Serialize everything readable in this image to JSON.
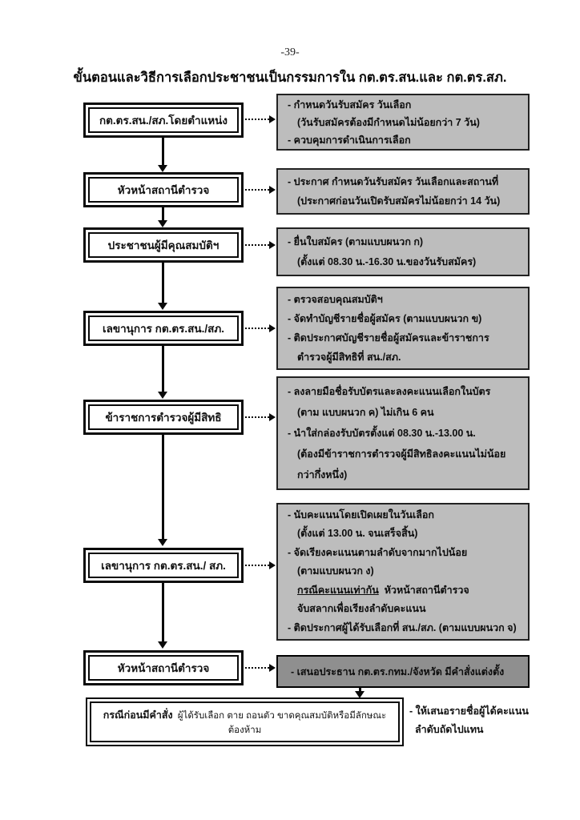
{
  "page": {
    "number": "-39-",
    "title": "ขั้นตอนและวิธีการเลือกประชาชนเป็นกรรมการใน กต.ตร.สน.และ กต.ตร.สภ."
  },
  "colors": {
    "detail_box_bg": "#bdbdbd",
    "appoint_box_bg": "#8f8f8f",
    "frame": "#0a0a0a",
    "paper": "#ffffff"
  },
  "flow": {
    "rows": [
      {
        "actor": "กต.ตร.สน./สภ.โดยตำแหน่ง",
        "lines": [
          {
            "text": "- กำหนดวันรับสมัคร วันเลือก"
          },
          {
            "text": "(วันรับสมัครต้องมีกำหนดไม่น้อยกว่า 7 วัน)"
          },
          {
            "text": "- ควบคุมการดำเนินการเลือก"
          }
        ]
      },
      {
        "actor": "หัวหน้าสถานีตำรวจ",
        "lines": [
          {
            "text": "- ประกาศ กำหนดวันรับสมัคร วันเลือกและสถานที่"
          },
          {
            "text": "(ประกาศก่อนวันเปิดรับสมัครไม่น้อยกว่า 14 วัน)"
          }
        ]
      },
      {
        "actor": "ประชาชนผู้มีคุณสมบัติฯ",
        "lines": [
          {
            "text": "- ยื่นใบสมัคร (ตามแบบผนวก ก)"
          },
          {
            "text": "(ตั้งแต่ 08.30 น.-16.30 น.ของวันรับสมัคร)"
          }
        ]
      },
      {
        "actor": "เลขานุการ กต.ตร.สน./สภ.",
        "lines": [
          {
            "text": "- ตรวจสอบคุณสมบัติฯ"
          },
          {
            "text": "- จัดทำบัญชีรายชื่อผู้สมัคร (ตามแบบผนวก ข)"
          },
          {
            "text": "- ติดประกาศบัญชีรายชื่อผู้สมัครและข้าราชการ"
          },
          {
            "text": "ตำรวจผู้มีสิทธิที่ สน./สภ."
          }
        ]
      },
      {
        "actor": "ข้าราชการตำรวจผู้มีสิทธิ",
        "lines": [
          {
            "text": "- ลงลายมือชื่อรับบัตรและลงคะแนนเลือกในบัตร"
          },
          {
            "text": "(ตาม แบบผนวก ค)  ไม่เกิน 6  คน"
          },
          {
            "text": "- นำใส่กล่องรับบัตรตั้งแต่ 08.30 น.-13.00 น."
          },
          {
            "text": "(ต้องมีข้าราชการตำรวจผู้มีสิทธิลงคะแนนไม่น้อย"
          },
          {
            "text": "กว่ากึ่งหนึ่ง)"
          }
        ]
      },
      {
        "actor": "เลขานุการ กต.ตร.สน./ สภ.",
        "lines": [
          {
            "text": "- นับคะแนนโดยเปิดเผยในวันเลือก"
          },
          {
            "text": "(ตั้งแต่ 13.00 น. จนเสร็จสิ้น)"
          },
          {
            "text": "- จัดเรียงคะแนนตามลำดับจากมากไปน้อย"
          },
          {
            "text": "(ตามแบบผนวก ง)"
          },
          {
            "u": "กรณีคะแนนเท่ากัน",
            "text": "  หัวหน้าสถานีตำรวจ"
          },
          {
            "text": "จับสลากเพื่อเรียงลำดับคะแนน"
          },
          {
            "text": "- ติดประกาศผู้ได้รับเลือกที่ สน./สภ. (ตามแบบผนวก จ)"
          }
        ]
      },
      {
        "actor": "หัวหน้าสถานีตำรวจ",
        "lines": [
          {
            "text": "- เสนอประธาน กต.ตร.กทม./จังหวัด มีคำสั่งแต่งตั้ง"
          }
        ]
      }
    ],
    "bottom": {
      "lead": "กรณีก่อนมีคำสั่ง",
      "rest": " ผู้ได้รับเลือก ตาย ถอนตัว ขาดคุณสมบัติหรือมีลักษณะต้องห้าม"
    },
    "note": {
      "lines": [
        {
          "text": "- ให้เสนอรายชื่อผู้ได้คะแนน"
        },
        {
          "text": "ลำดับถัดไปแทน"
        }
      ]
    }
  }
}
